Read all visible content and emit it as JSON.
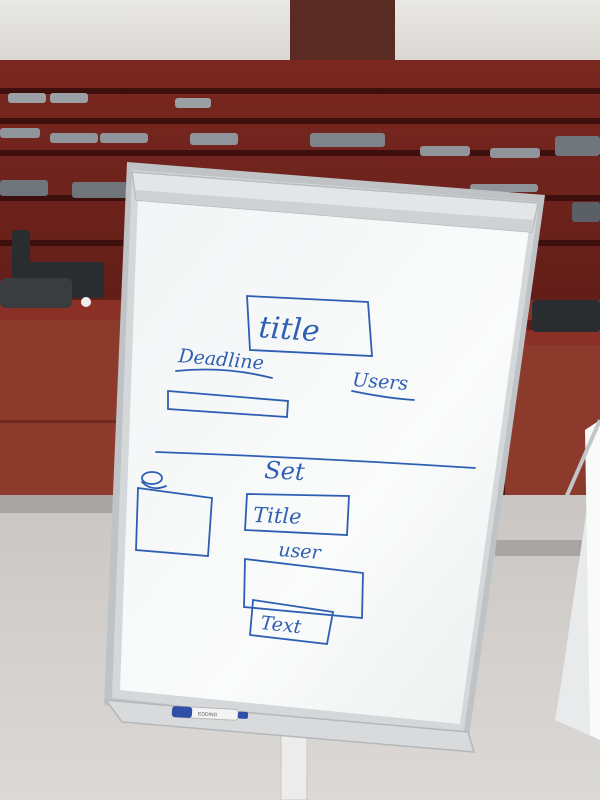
{
  "colors": {
    "marker_ink": "#2e5fb3",
    "board": "#f7f8f8",
    "frame": "#c9ccce",
    "seats": "#6a1f1a",
    "floor": "#d6d2cf"
  },
  "board": {
    "title_box": "title",
    "deadline_label": "Deadline",
    "users_label": "Users",
    "set_label": "Set",
    "title_field": "Title",
    "user_label": "user",
    "text_field": "Text"
  },
  "marker": {
    "label": "EDDING"
  }
}
